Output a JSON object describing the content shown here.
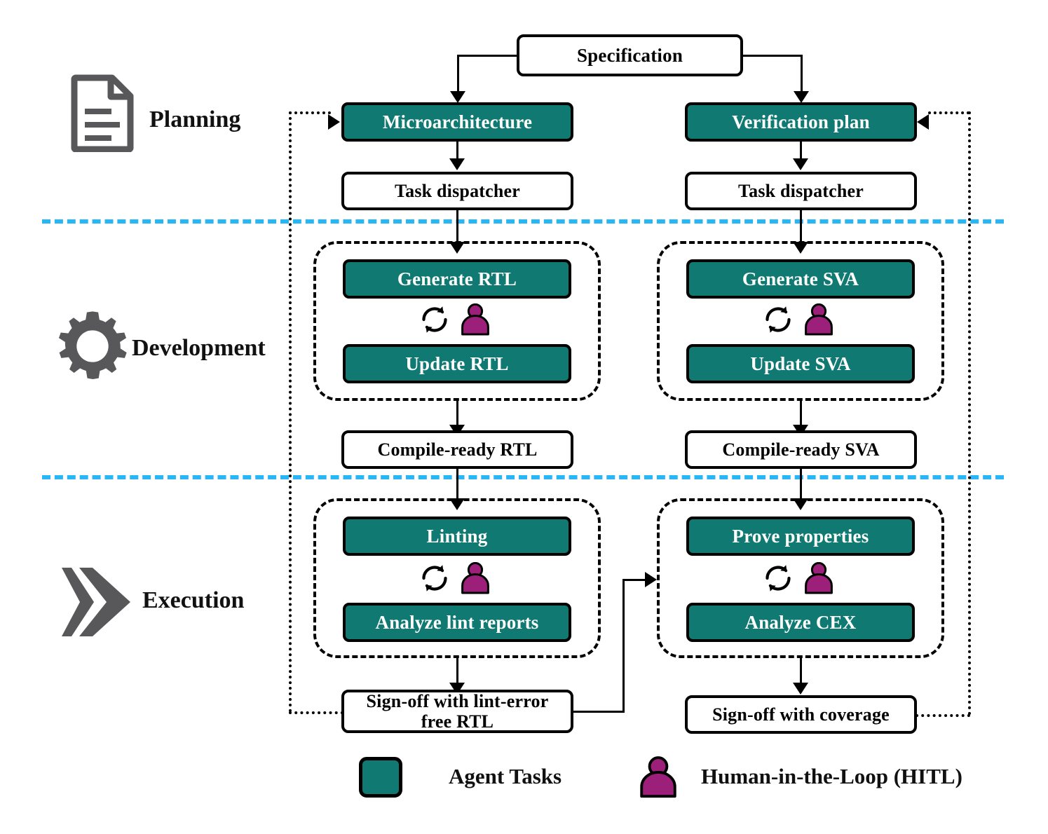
{
  "colors": {
    "agent_teal": "#107a72",
    "hitl_magenta": "#9c2079",
    "separator_blue": "#29b6f6",
    "icon_gray": "#58585a",
    "outline_black": "#000000"
  },
  "phases": [
    {
      "id": "planning",
      "label": "Planning",
      "icon": "document-icon"
    },
    {
      "id": "development",
      "label": "Development",
      "icon": "gear-icon"
    },
    {
      "id": "execution",
      "label": "Execution",
      "icon": "double-chevron-icon"
    }
  ],
  "nodes": {
    "specification": "Specification",
    "left": {
      "plan": "Microarchitecture",
      "dispatcher": "Task  dispatcher",
      "generate": "Generate RTL",
      "update": "Update RTL",
      "artifact": "Compile-ready RTL",
      "exec_top": "Linting",
      "exec_bottom": "Analyze lint reports",
      "signoff": "Sign-off with lint-error free RTL"
    },
    "right": {
      "plan": "Verification plan",
      "dispatcher": "Task  dispatcher",
      "generate": "Generate SVA",
      "update": "Update SVA",
      "artifact": "Compile-ready SVA",
      "exec_top": "Prove properties",
      "exec_bottom": "Analyze CEX",
      "signoff": "Sign-off with coverage"
    }
  },
  "hitl_icons": {
    "loop": "refresh-loop-icon",
    "person": "person-icon"
  },
  "legend": {
    "agent_label": "Agent Tasks",
    "hitl_label": "Human-in-the-Loop (HITL)",
    "agent_icon": "teal-square-icon",
    "hitl_icon": "person-icon"
  }
}
